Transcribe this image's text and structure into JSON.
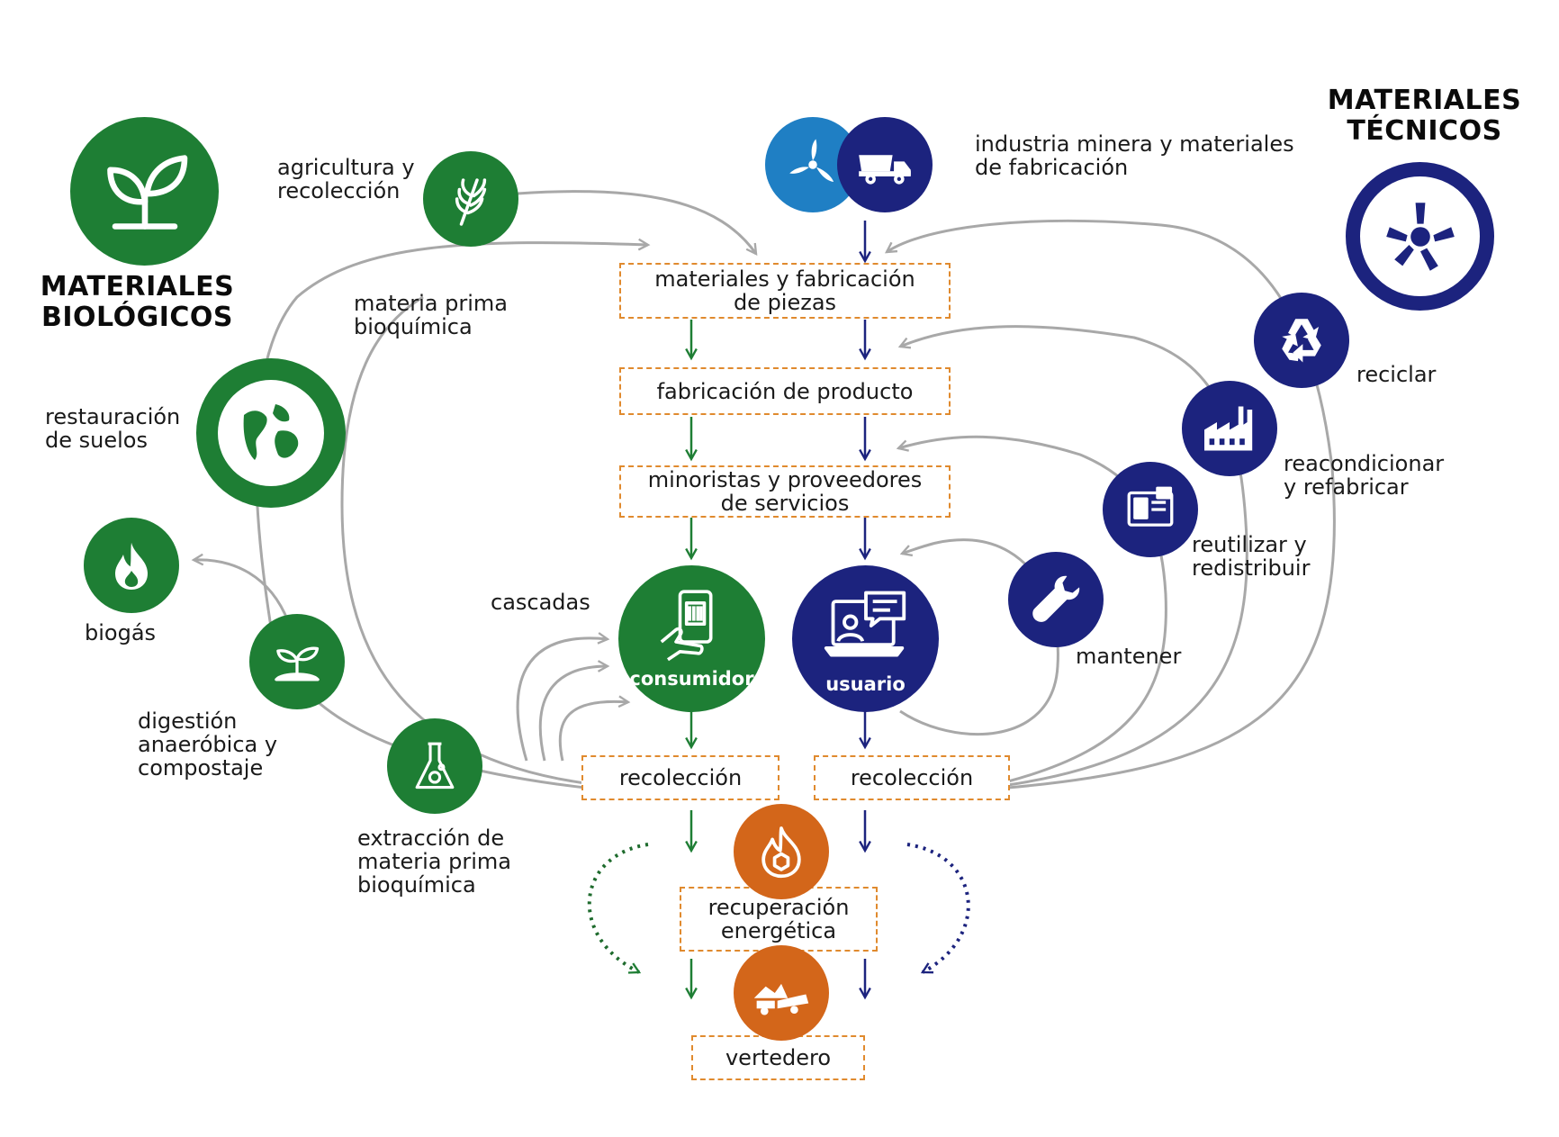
{
  "titles": {
    "bio": "MATERIALES\nBIOLÓGICOS",
    "tech": "MATERIALES\nTÉCNICOS"
  },
  "labels": {
    "agricultura": "agricultura y\nrecolección",
    "materia_prima": "materia prima\nbioquímica",
    "restauracion": "restauración\nde suelos",
    "biogas": "biogás",
    "digestion": "digestión\nanaeróbica y\ncompostaje",
    "extraccion": "extracción de\nmateria prima\nbioquímica",
    "cascadas": "cascadas",
    "industria": "industria minera y materiales\nde fabricación",
    "reciclar": "reciclar",
    "reacondicionar": "reacondicionar\ny refabricar",
    "reutilizar": "reutilizar y\nredistribuir",
    "mantener": "mantener"
  },
  "boxes": {
    "materiales": "materiales y fabricación\nde piezas",
    "fabricacion": "fabricación de producto",
    "minoristas": "minoristas y proveedores\nde servicios",
    "recoleccion_bio": "recolección",
    "recoleccion_tec": "recolección",
    "recuperacion": "recuperación\nenergética",
    "vertedero": "vertedero"
  },
  "captions": {
    "consumidor": "consumidor",
    "usuario": "usuario"
  },
  "icons": {
    "leaf": "leaf-icon",
    "wheat": "wheat-icon",
    "globe": "globe-icon",
    "flame": "flame-icon",
    "sprout": "sprout-icon",
    "flask": "flask-icon",
    "turbine": "wind-turbine-icon",
    "truck": "dump-truck-icon",
    "tire": "tire-icon",
    "recycle": "recycle-icon",
    "factory": "factory-icon",
    "devices": "devices-icon",
    "wrench": "wrench-icon",
    "phone": "phone-hand-icon",
    "laptop": "laptop-user-icon",
    "energy": "energy-flame-icon",
    "landfill": "landfill-truck-icon"
  },
  "colors": {
    "bio_green": "#1e7e34",
    "tech_navy": "#1c237e",
    "turbine_blue": "#1f7fc4",
    "waste_orange": "#d3661a",
    "box_border": "#e08a2e",
    "flow_gray": "#a8a8a8"
  }
}
